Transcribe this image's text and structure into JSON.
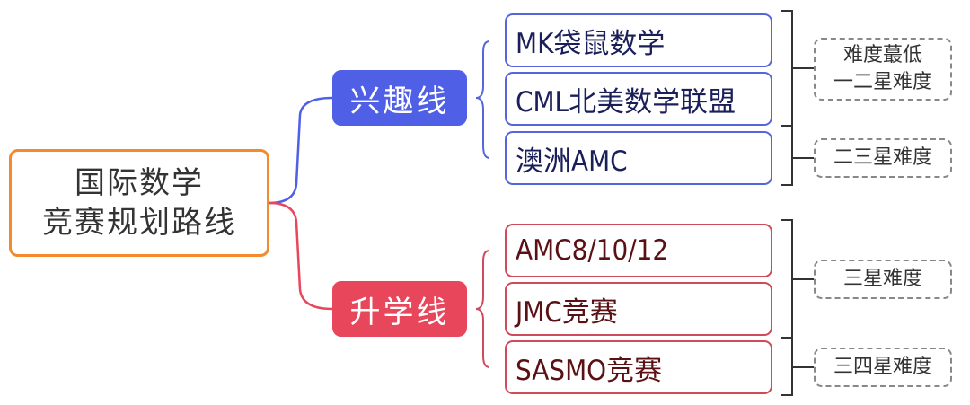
{
  "root": {
    "line1": "国际数学",
    "line2": "竞赛规划路线"
  },
  "branches": [
    {
      "label": "兴趣线",
      "color": "#4f5fe6",
      "items": [
        "MK袋鼠数学",
        "CML北美数学联盟",
        "澳洲AMC"
      ]
    },
    {
      "label": "升学线",
      "color": "#e8465a",
      "items": [
        "AMC8/10/12",
        "JMC竞赛",
        "SASMO竞赛"
      ]
    }
  ],
  "difficulty": [
    {
      "line1": "难度蕞低",
      "line2": "一二星难度"
    },
    {
      "line1": "二三星难度"
    },
    {
      "line1": "三星难度"
    },
    {
      "line1": "三四星难度"
    }
  ]
}
